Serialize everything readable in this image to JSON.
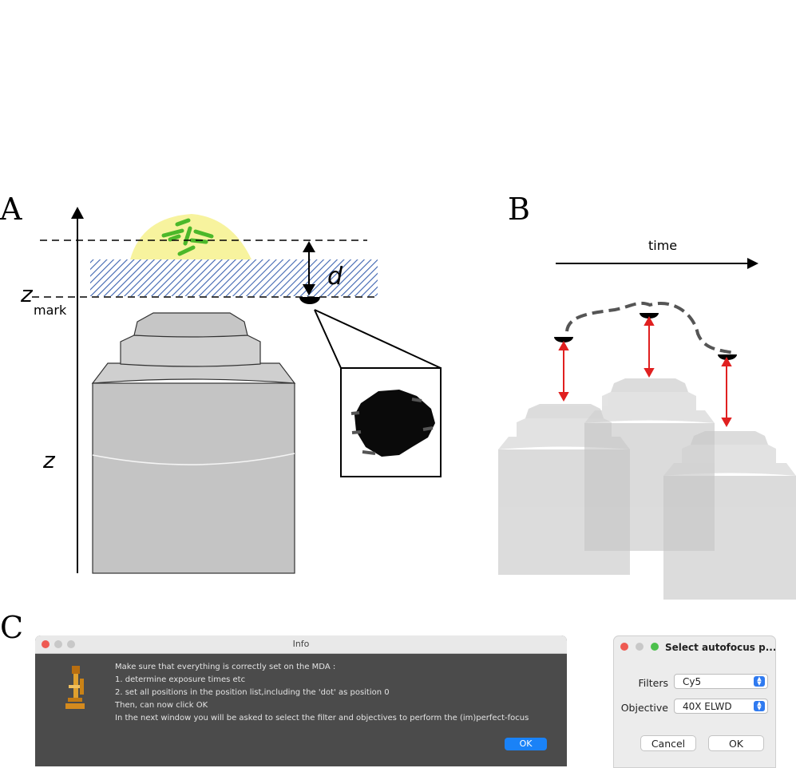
{
  "panels": {
    "a": "A",
    "b": "B",
    "c": "C"
  },
  "panel_a": {
    "z_mark_main": "z",
    "z_mark_sub": "mark",
    "z_axis_label": "z",
    "distance_label": "d"
  },
  "panel_b": {
    "time_label": "time"
  },
  "info_dialog": {
    "title": "Info",
    "lines": [
      "Make sure that everything is correctly set on the MDA :",
      "1. determine exposure times etc",
      "2. set all positions in the position list,including the 'dot' as position 0",
      "Then, can now click OK",
      "In the next window you will be asked to select the filter and objectives to perform the (im)perfect-focus"
    ],
    "ok_label": "OK",
    "icon": "microscope-icon"
  },
  "autofocus_dialog": {
    "title": "Select autofocus p...",
    "filters_label": "Filters",
    "filters_value": "Cy5",
    "objective_label": "Objective",
    "objective_value": "40X ELWD",
    "cancel_label": "Cancel",
    "ok_label": "OK"
  },
  "colors": {
    "sample": "#f7f39e",
    "bacteria": "#4cb82a",
    "coverslip_hatch": "#3d64b0",
    "objective": "#c4c4c4",
    "arrow_red": "#e02020",
    "info_bg": "#4b4b4b",
    "ok_blue": "#1a82f7"
  }
}
